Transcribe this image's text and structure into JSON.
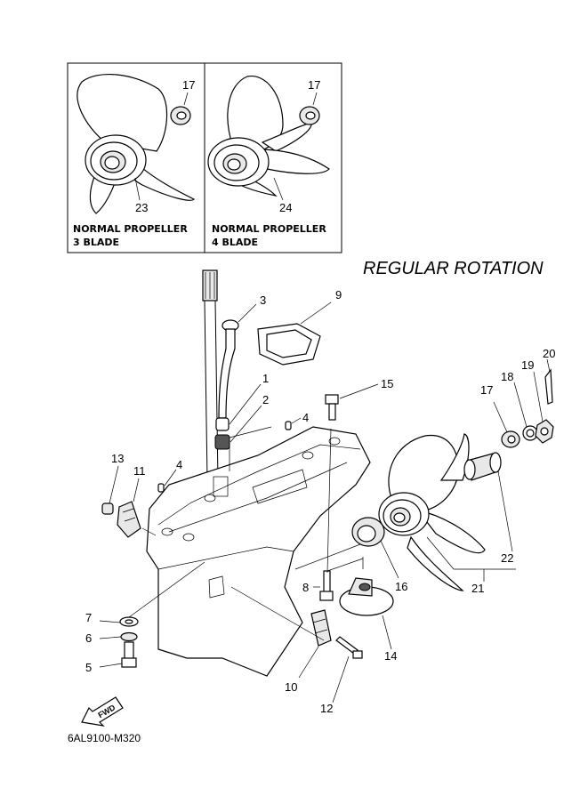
{
  "diagram": {
    "title": "REGULAR ROTATION",
    "drawing_code": "6AL9100-M320",
    "fwd_label": "FWD",
    "inset_boxes": [
      {
        "line1": "NORMAL PROPELLER",
        "line2": "3 BLADE"
      },
      {
        "line1": "NORMAL PROPELLER",
        "line2": "4 BLADE"
      }
    ],
    "callouts": {
      "c1": "1",
      "c2": "2",
      "c3": "3",
      "c4a": "4",
      "c4b": "4",
      "c5": "5",
      "c6": "6",
      "c7": "7",
      "c8": "8",
      "c9": "9",
      "c10": "10",
      "c11": "11",
      "c12": "12",
      "c13": "13",
      "c14": "14",
      "c15": "15",
      "c16": "16",
      "c17a": "17",
      "c17b": "17",
      "c17c": "17",
      "c18": "18",
      "c19": "19",
      "c20": "20",
      "c21": "21",
      "c22": "22",
      "c23": "23",
      "c24": "24"
    }
  }
}
